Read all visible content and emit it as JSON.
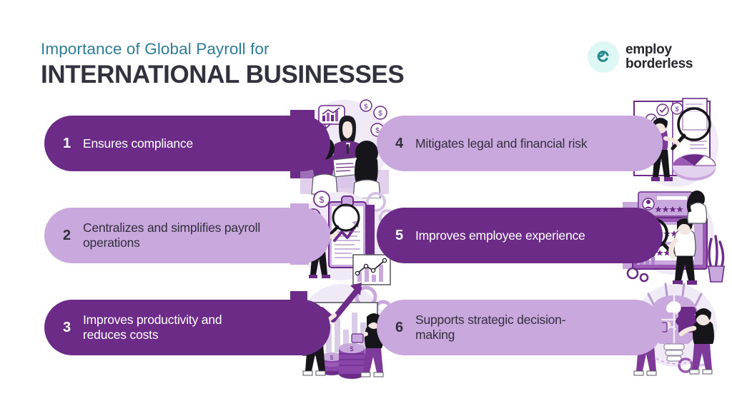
{
  "header": {
    "subtitle": "Importance of Global Payroll for",
    "title": "INTERNATIONAL BUSINESSES",
    "subtitle_color": "#2e7d96",
    "title_color": "#32323f",
    "logo": {
      "icon": "employ-borderless-e-icon",
      "line1": "employ",
      "line2": "borderless",
      "mark_color": "#2a8a94",
      "mark_bg": "#dcf7f4",
      "text_color": "#25262e"
    }
  },
  "theme": {
    "dark_purple": "#6b2b87",
    "light_purple": "#c8a8dd",
    "dark_text": "#332f3d",
    "light_text": "#ffffff",
    "background": "#ffffff"
  },
  "items": [
    {
      "number": "1",
      "label": "Ensures compliance",
      "style": "dark",
      "column": "left",
      "illustration": "business-meeting-consultation-illustration"
    },
    {
      "number": "2",
      "label": "Centralizes and simplifies payroll operations",
      "style": "light",
      "column": "left",
      "illustration": "clipboard-audit-magnifier-illustration"
    },
    {
      "number": "3",
      "label": "Improves productivity and reduces costs",
      "style": "dark",
      "column": "left",
      "illustration": "growth-chart-coins-illustration"
    },
    {
      "number": "4",
      "label": "Mitigates legal and financial risk",
      "style": "light",
      "column": "right",
      "illustration": "data-analysis-pie-chart-illustration"
    },
    {
      "number": "5",
      "label": "Improves employee experience",
      "style": "dark",
      "column": "right",
      "illustration": "employee-profiles-review-illustration"
    },
    {
      "number": "6",
      "label": "Supports strategic decision-making",
      "style": "light",
      "column": "right",
      "illustration": "puzzle-lightbulb-teamwork-illustration"
    }
  ]
}
